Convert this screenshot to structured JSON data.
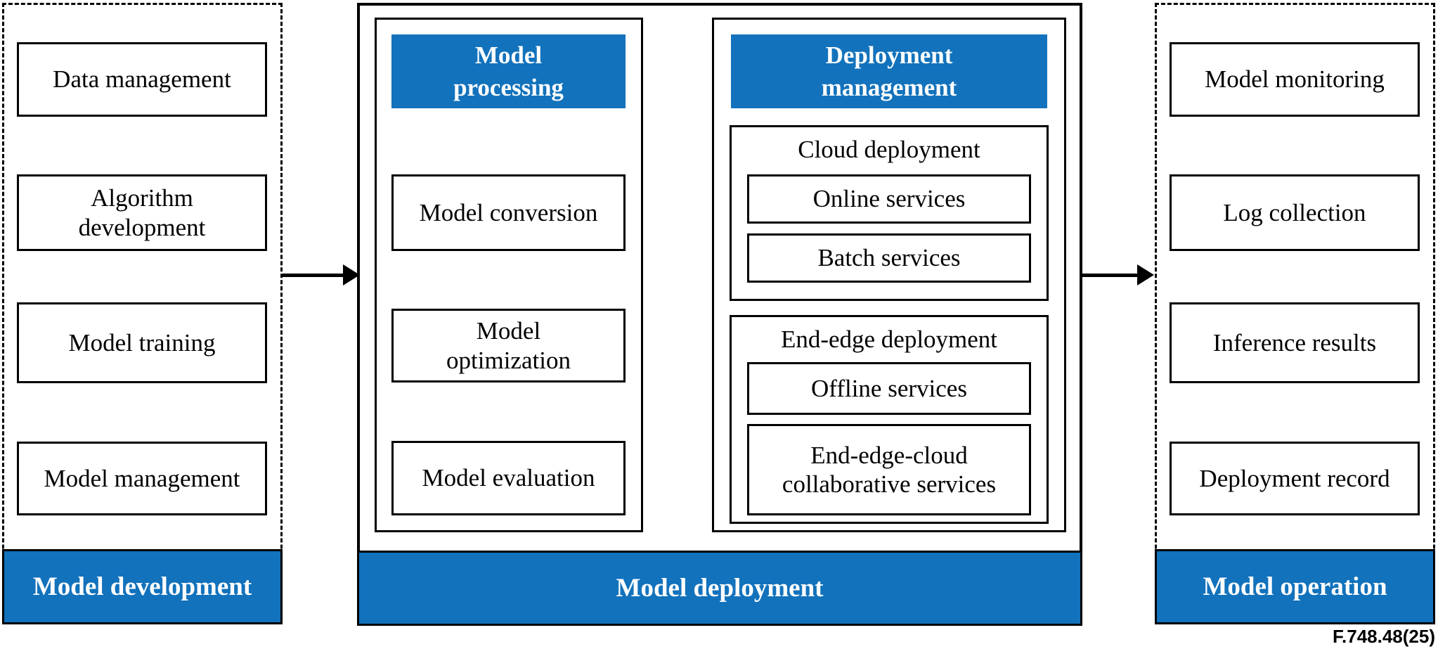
{
  "colors": {
    "accent": "#1272BC",
    "on_accent": "#ffffff"
  },
  "caption": "F.748.48(25)",
  "development": {
    "items": [
      "Data management",
      "Algorithm\ndevelopment",
      "Model training",
      "Model management"
    ],
    "footer": "Model development"
  },
  "deployment": {
    "footer": "Model deployment",
    "processing": {
      "header": "Model\nprocessing",
      "items": [
        "Model conversion",
        "Model\noptimization",
        "Model evaluation"
      ]
    },
    "management": {
      "header": "Deployment\nmanagement",
      "cloud": {
        "label": "Cloud deployment",
        "items": [
          "Online services",
          "Batch services"
        ]
      },
      "end_edge": {
        "label": "End-edge deployment",
        "items": [
          "Offline services",
          "End-edge-cloud\ncollaborative services"
        ]
      }
    }
  },
  "operation": {
    "items": [
      "Model monitoring",
      "Log collection",
      "Inference results",
      "Deployment record"
    ],
    "footer": "Model operation"
  }
}
